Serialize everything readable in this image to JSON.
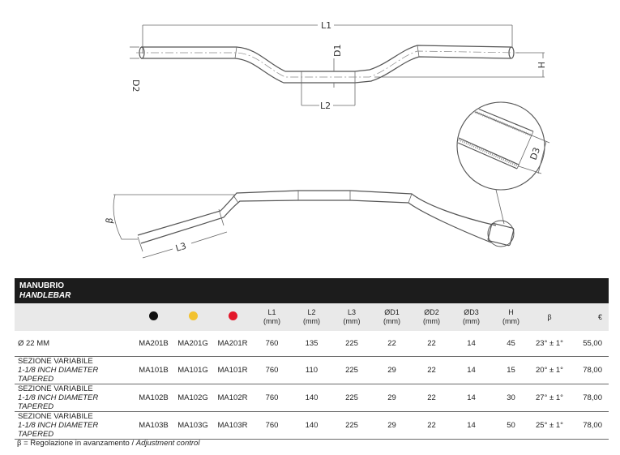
{
  "drawing": {
    "labels": {
      "l1": "L1",
      "d1": "D1",
      "d2": "D2",
      "l2": "L2",
      "h": "H",
      "d3": "D3",
      "beta": "β",
      "l3": "L3"
    }
  },
  "table": {
    "title": "MANUBRIO",
    "subtitle": "HANDLEBAR",
    "color_dots": [
      {
        "name": "black",
        "color": "#111111"
      },
      {
        "name": "gold",
        "color": "#f2c230"
      },
      {
        "name": "red",
        "color": "#e3172a"
      }
    ],
    "columns": [
      {
        "label": "L1",
        "unit": "(mm)"
      },
      {
        "label": "L2",
        "unit": "(mm)"
      },
      {
        "label": "L3",
        "unit": "(mm)"
      },
      {
        "label": "ØD1",
        "unit": "(mm)"
      },
      {
        "label": "ØD2",
        "unit": "(mm)"
      },
      {
        "label": "ØD3",
        "unit": "(mm)"
      },
      {
        "label": "H",
        "unit": "(mm)"
      },
      {
        "label": "β",
        "unit": ""
      },
      {
        "label": "€",
        "unit": ""
      }
    ],
    "rows": [
      {
        "desc": "Ø 22 MM",
        "desc2": "",
        "b": "MA201B",
        "g": "MA201G",
        "r": "MA201R",
        "l1": "760",
        "l2": "135",
        "l3": "225",
        "d1": "22",
        "d2": "22",
        "d3": "14",
        "h": "45",
        "beta": "23° ± 1°",
        "price": "55,00"
      },
      {
        "desc": "SEZIONE VARIABILE",
        "desc2": "1-1/8 INCH DIAMETER TAPERED",
        "b": "MA101B",
        "g": "MA101G",
        "r": "MA101R",
        "l1": "760",
        "l2": "110",
        "l3": "225",
        "d1": "29",
        "d2": "22",
        "d3": "14",
        "h": "15",
        "beta": "20° ± 1°",
        "price": "78,00"
      },
      {
        "desc": "SEZIONE VARIABILE",
        "desc2": "1-1/8 INCH DIAMETER TAPERED",
        "b": "MA102B",
        "g": "MA102G",
        "r": "MA102R",
        "l1": "760",
        "l2": "140",
        "l3": "225",
        "d1": "29",
        "d2": "22",
        "d3": "14",
        "h": "30",
        "beta": "27° ± 1°",
        "price": "78,00"
      },
      {
        "desc": "SEZIONE VARIABILE",
        "desc2": "1-1/8 INCH DIAMETER TAPERED",
        "b": "MA103B",
        "g": "MA103G",
        "r": "MA103R",
        "l1": "760",
        "l2": "140",
        "l3": "225",
        "d1": "29",
        "d2": "22",
        "d3": "14",
        "h": "50",
        "beta": "25° ± 1°",
        "price": "78,00"
      }
    ]
  },
  "footnote": {
    "text": "β = Regolazione in avanzamento / ",
    "italic": "Adjustment control"
  }
}
